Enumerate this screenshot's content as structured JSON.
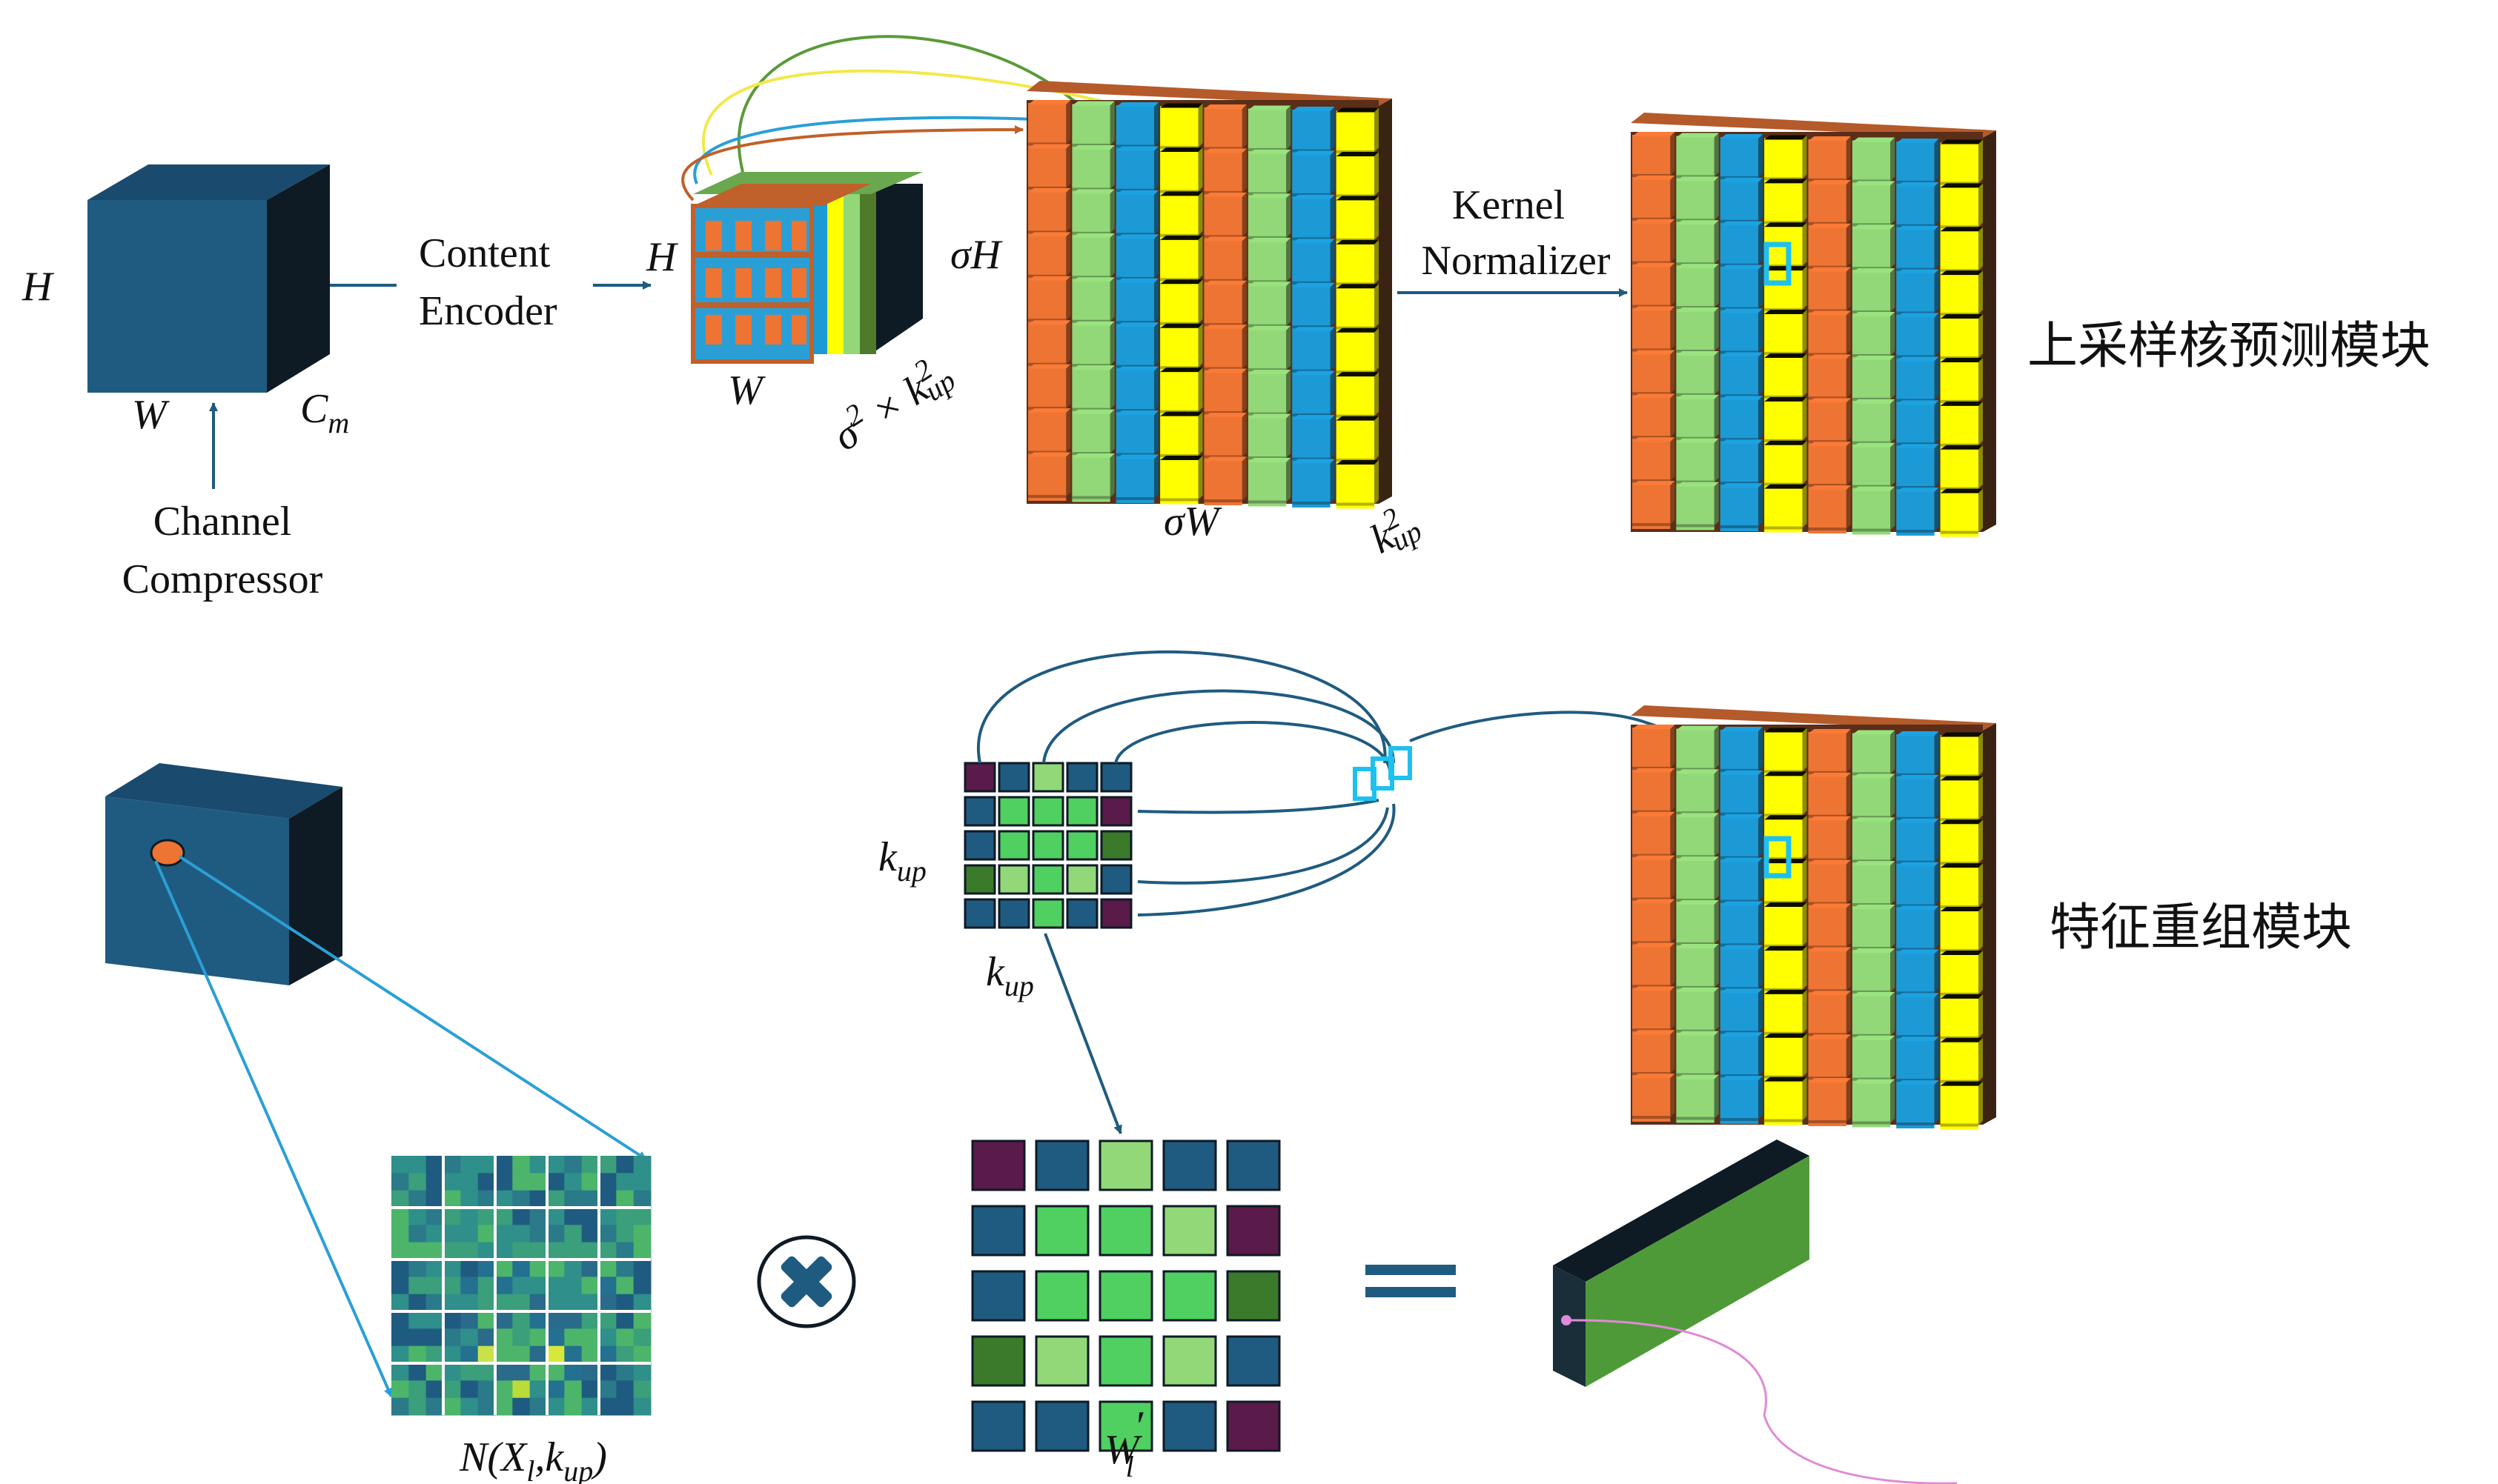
{
  "colors": {
    "cube_front": "#1f5b80",
    "cube_top": "#1a4a6e",
    "cube_side": "#0e1a24",
    "orange": "#ee7433",
    "green": "#92d878",
    "blue": "#1c9ad6",
    "yellow": "#ffff00",
    "brown": "#b55a2a",
    "frame_dark": "#3b2314",
    "arrow_blue": "#1f5b80",
    "arrow_cyan": "#2a9fd6",
    "arrow_yellow": "#f2e84a",
    "arrow_green": "#5a9a3a",
    "arrow_orange": "#c0602a",
    "highlight": "#1ec0f0",
    "pink": "#e08ad8",
    "bar_front": "#4f9a38"
  },
  "labels": {
    "h1": "H",
    "w1": "W",
    "cm": "C",
    "cm_sub": "m",
    "content_encoder_1": "Content",
    "content_encoder_2": "Encoder",
    "channel_1": "Channel",
    "channel_2": "Compressor",
    "h2": "H",
    "w2": "W",
    "sigma_k_1": "σ",
    "sigma_k_2": "2",
    "sigma_k_3": " × k",
    "sigma_k_4": "2",
    "sigma_k_5": "up",
    "sigma_h": "σH",
    "sigma_w": "σW",
    "kup2_1": "k",
    "kup2_2": "2",
    "kup2_3": "up",
    "kernel_1": "Kernel",
    "kernel_2": "Normalizer",
    "cn_predict": "上采样核预测模块",
    "cn_reassemble": "特征重组模块",
    "kup_left_1": "k",
    "kup_left_2": "up",
    "kup_bottom_1": "k",
    "kup_bottom_2": "up",
    "n_label_1": "N",
    "n_label_2": "(X",
    "n_label_3": "l",
    "n_label_4": ",k",
    "n_label_5": "up",
    "n_label_6": ")",
    "w_label_1": "W",
    "w_label_2": "l",
    "w_label_3": "′"
  },
  "operators": {
    "multiply": "×",
    "equals": "="
  }
}
